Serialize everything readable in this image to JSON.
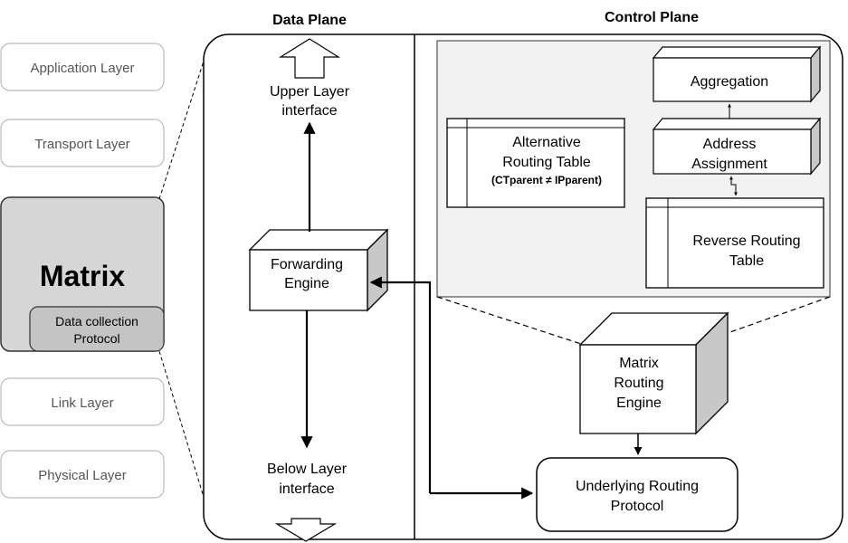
{
  "layers": {
    "application": "Application Layer",
    "transport": "Transport Layer",
    "matrix": "Matrix",
    "data_collection_line1": "Data collection",
    "data_collection_line2": "Protocol",
    "link": "Link Layer",
    "physical": "Physical Layer"
  },
  "data_plane": {
    "title": "Data Plane",
    "upper_line1": "Upper Layer",
    "upper_line2": "interface",
    "forwarding_line1": "Forwarding",
    "forwarding_line2": "Engine",
    "below_line1": "Below Layer",
    "below_line2": "interface"
  },
  "control_plane": {
    "title": "Control Plane",
    "aggregation": "Aggregation",
    "address_line1": "Address",
    "address_line2": "Assignment",
    "alt_line1": "Alternative",
    "alt_line2": "Routing Table",
    "alt_line3": "(CTparent ≠ IPparent)",
    "reverse_line1": "Reverse Routing",
    "reverse_line2": "Table",
    "matrix_line1": "Matrix",
    "matrix_line2": "Routing",
    "matrix_line3": "Engine",
    "underlying_line1": "Underlying Routing",
    "underlying_line2": "Protocol"
  }
}
